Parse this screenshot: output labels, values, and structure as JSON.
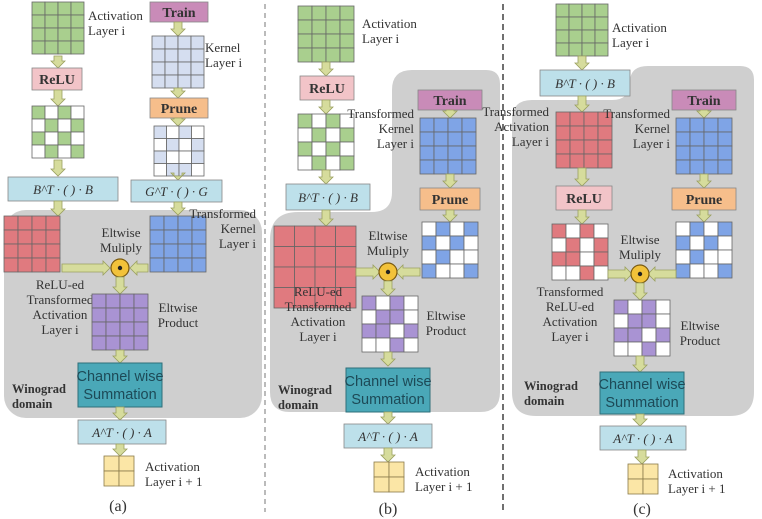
{
  "panels": [
    {
      "caption": "(a)",
      "activation_label": [
        "Activation",
        "Layer i"
      ],
      "relu": "ReLU",
      "train": "Train",
      "kernel_label": [
        "Kernel",
        "Layer i"
      ],
      "prune": "Prune",
      "bt_transform": "B^T · ( ) · B",
      "gt_transform": "G^T · ( ) · G",
      "transformed_kernel": [
        "Transformed",
        "Kernel",
        "Layer i"
      ],
      "eltwise_mult": [
        "Eltwise",
        "Muliply"
      ],
      "relu_ed_label": [
        "ReLU-ed",
        "Transformed",
        "Activation",
        "Layer i"
      ],
      "eltwise_product": [
        "Eltwise",
        "Product"
      ],
      "channel_sum": [
        "Channel wise",
        "Summation"
      ],
      "winograd": [
        "Winograd",
        "domain"
      ],
      "at_transform": "A^T · ( ) · A",
      "output_label": [
        "Activation",
        "Layer i + 1"
      ]
    },
    {
      "caption": "(b)",
      "activation_label": [
        "Activation",
        "Layer i"
      ],
      "relu": "ReLU",
      "train": "Train",
      "transformed_kernel": [
        "Transformed",
        "Kernel",
        "Layer i"
      ],
      "prune": "Prune",
      "bt_transform": "B^T · ( ) · B",
      "eltwise_mult": [
        "Eltwise",
        "Muliply"
      ],
      "relu_ed_label": [
        "ReLU-ed",
        "Transformed",
        "Activation",
        "Layer i"
      ],
      "eltwise_product": [
        "Eltwise",
        "Product"
      ],
      "channel_sum": [
        "Channel wise",
        "Summation"
      ],
      "winograd": [
        "Winograd",
        "domain"
      ],
      "at_transform": "A^T · ( ) · A",
      "output_label": [
        "Activation",
        "Layer i + 1"
      ]
    },
    {
      "caption": "(c)",
      "activation_label": [
        "Activation",
        "Layer i"
      ],
      "bt_transform": "B^T · ( ) · B",
      "transformed_activation": [
        "Transformed",
        "Activation",
        "Layer i"
      ],
      "train": "Train",
      "transformed_kernel": [
        "Transformed",
        "Kernel",
        "Layer i"
      ],
      "relu": "ReLU",
      "prune": "Prune",
      "eltwise_mult": [
        "Eltwise",
        "Muliply"
      ],
      "relu_ed_label": [
        "Transformed",
        "ReLU-ed",
        "Activation",
        "Layer i"
      ],
      "eltwise_product": [
        "Eltwise",
        "Product"
      ],
      "channel_sum": [
        "Channel wise",
        "Summation"
      ],
      "winograd": [
        "Winograd",
        "domain"
      ],
      "at_transform": "A^T · ( ) · A",
      "output_label": [
        "Activation",
        "Layer i + 1"
      ]
    }
  ],
  "colors": {
    "green": "#a9cf8e",
    "red": "#e07a7f",
    "blue": "#7fa4e6",
    "purple": "#a993d3",
    "lightblue": "#d5def0",
    "yellow": "#fbe6a6",
    "relu_box": "#f2c4c8",
    "train_box": "#c98bb8",
    "prune_box": "#f6be8b",
    "transform_box": "#bde0ea",
    "channel_box": "#4aa8b8",
    "domain_bg": "#cfcfcf",
    "arrow": "#d6dc9c"
  }
}
